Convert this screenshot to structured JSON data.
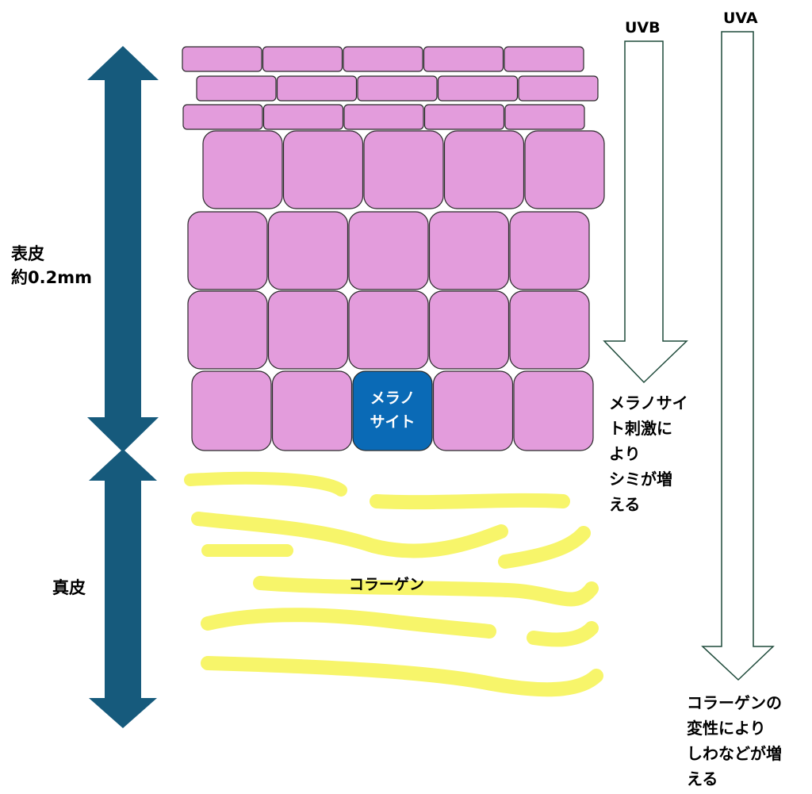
{
  "labels": {
    "epidermis_line1": "表皮",
    "epidermis_line2": "約0.2mm",
    "dermis": "真皮",
    "collagen": "コラーゲン",
    "uvb": "UVB",
    "uva": "UVA",
    "melanocyte_line1": "メラノ",
    "melanocyte_line2": "サイト"
  },
  "notes": {
    "uvb_effect": [
      "メラノサイ",
      "ト刺激に",
      "より",
      "シミが増",
      "える"
    ],
    "uva_effect": [
      "コラーゲンの",
      "変性により",
      "しわなどが増",
      "える"
    ]
  },
  "colors": {
    "cell_fill": "#e39cdc",
    "cell_stroke": "#2a2a2a",
    "melanocyte_fill": "#0a6ab6",
    "collagen": "#f7f56a",
    "thickness_arrow": "#165a7c",
    "uv_arrow_stroke": "#1e4a3a"
  },
  "icons": {
    "epidermis_thickness": "double-arrow-icon",
    "dermis_thickness": "double-arrow-icon",
    "uvb_penetration": "down-arrow-icon",
    "uva_penetration": "down-arrow-icon"
  }
}
